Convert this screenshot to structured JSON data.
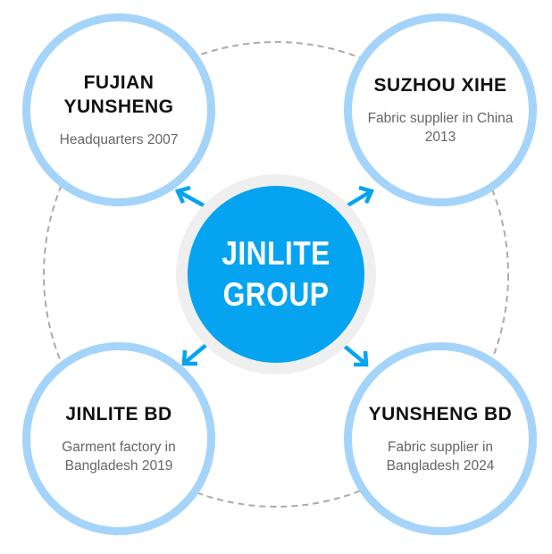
{
  "center": {
    "label": "JINLITE GROUP"
  },
  "nodes": [
    {
      "id": "fujian",
      "title": "FUJIAN YUNSHENG",
      "desc": "Headquarters 2007"
    },
    {
      "id": "suzhou",
      "title": "SUZHOU XIHE",
      "desc": "Fabric supplier in China 2013"
    },
    {
      "id": "jinlitebd",
      "title": "JINLITE BD",
      "desc": "Garment factory in Bangladesh 2019"
    },
    {
      "id": "yunshengbd",
      "title": "YUNSHENG BD",
      "desc": "Fabric supplier in Bangladesh 2024"
    }
  ],
  "colors": {
    "center_fill": "#06a4f0",
    "node_border": "#a5d4fa",
    "arrow": "#06a4f0",
    "orbit_dash": "#aaaaaa"
  }
}
